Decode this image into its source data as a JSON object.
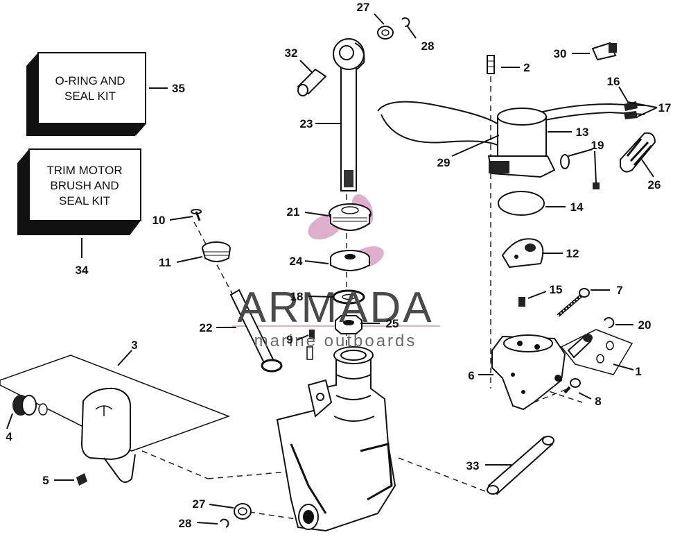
{
  "kits": {
    "kit_35": {
      "lines": [
        "O-RING AND",
        "SEAL KIT"
      ],
      "number": "35"
    },
    "kit_34": {
      "lines": [
        "TRIM MOTOR",
        "BRUSH AND",
        "SEAL KIT"
      ],
      "number": "34"
    }
  },
  "callouts": {
    "c1": "1",
    "c2": "2",
    "c3": "3",
    "c4": "4",
    "c5": "5",
    "c6": "6",
    "c7": "7",
    "c8": "8",
    "c9": "9",
    "c10": "10",
    "c11": "11",
    "c12": "12",
    "c13": "13",
    "c14": "14",
    "c15": "15",
    "c16": "16",
    "c17": "17",
    "c18": "18",
    "c19": "19",
    "c20": "20",
    "c21": "21",
    "c22": "22",
    "c23": "23",
    "c24": "24",
    "c25": "25",
    "c26": "26",
    "c27a": "27",
    "c27b": "27",
    "c28a": "28",
    "c28b": "28",
    "c29": "29",
    "c30": "30",
    "c32": "32",
    "c33": "33"
  },
  "watermark": {
    "title": "ARMADA",
    "subtitle": "marine outboards",
    "accent_color": "#d9a0c4"
  }
}
